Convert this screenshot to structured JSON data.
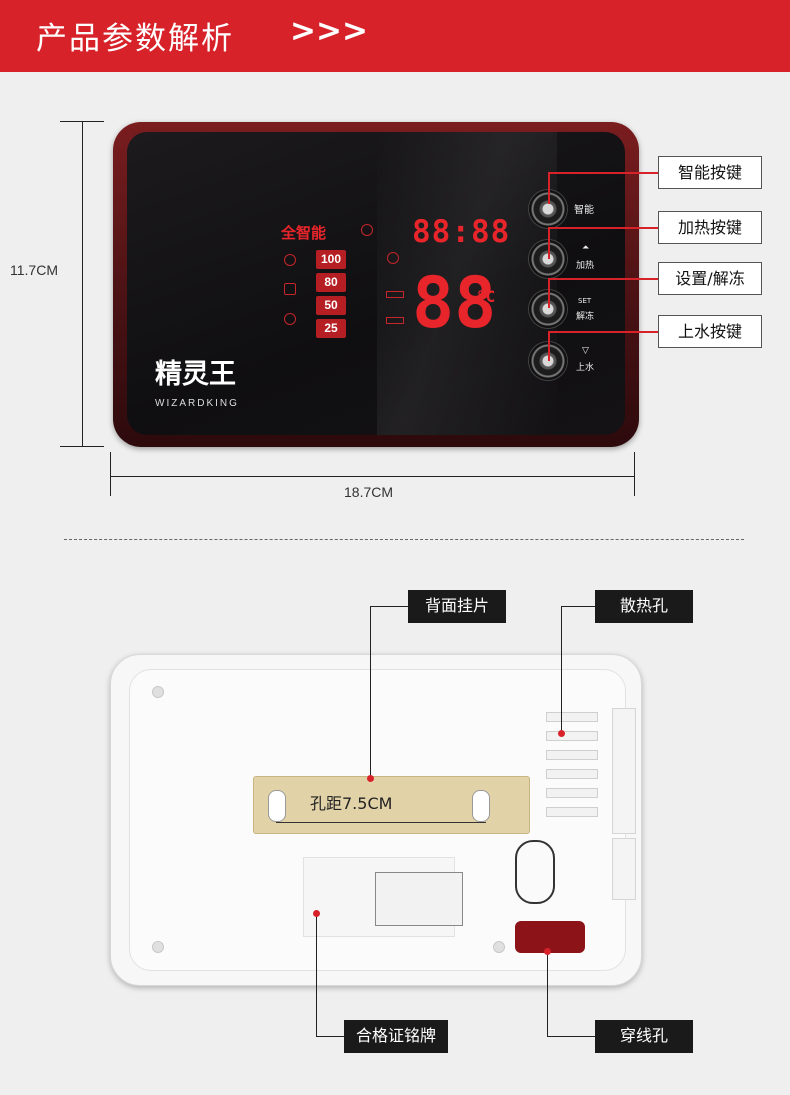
{
  "header": {
    "title": "产品参数解析",
    "arrows": ">>>"
  },
  "dimensions": {
    "height": "11.7CM",
    "width": "18.7CM",
    "hole_spacing": "孔距7.5CM"
  },
  "panel": {
    "mode_label": "全智能",
    "clock": "88:88",
    "temp": "88",
    "temp_unit": "°C",
    "levels": [
      "100",
      "80",
      "50",
      "25"
    ],
    "brand_cn": "精灵王",
    "brand_en": "WIZARDKING",
    "buttons": [
      {
        "label": "智能"
      },
      {
        "label": "加热",
        "symbol": "⏶"
      },
      {
        "label": "解冻",
        "symbol": "SET"
      },
      {
        "label": "上水",
        "symbol": "▽"
      }
    ]
  },
  "front_callouts": [
    "智能按键",
    "加热按键",
    "设置/解冻",
    "上水按键"
  ],
  "back_callouts": {
    "hanger": "背面挂片",
    "vents": "散热孔",
    "nameplate": "合格证铭牌",
    "cable_hole": "穿线孔"
  },
  "colors": {
    "accent": "#d7222a",
    "display": "#e8252b"
  }
}
